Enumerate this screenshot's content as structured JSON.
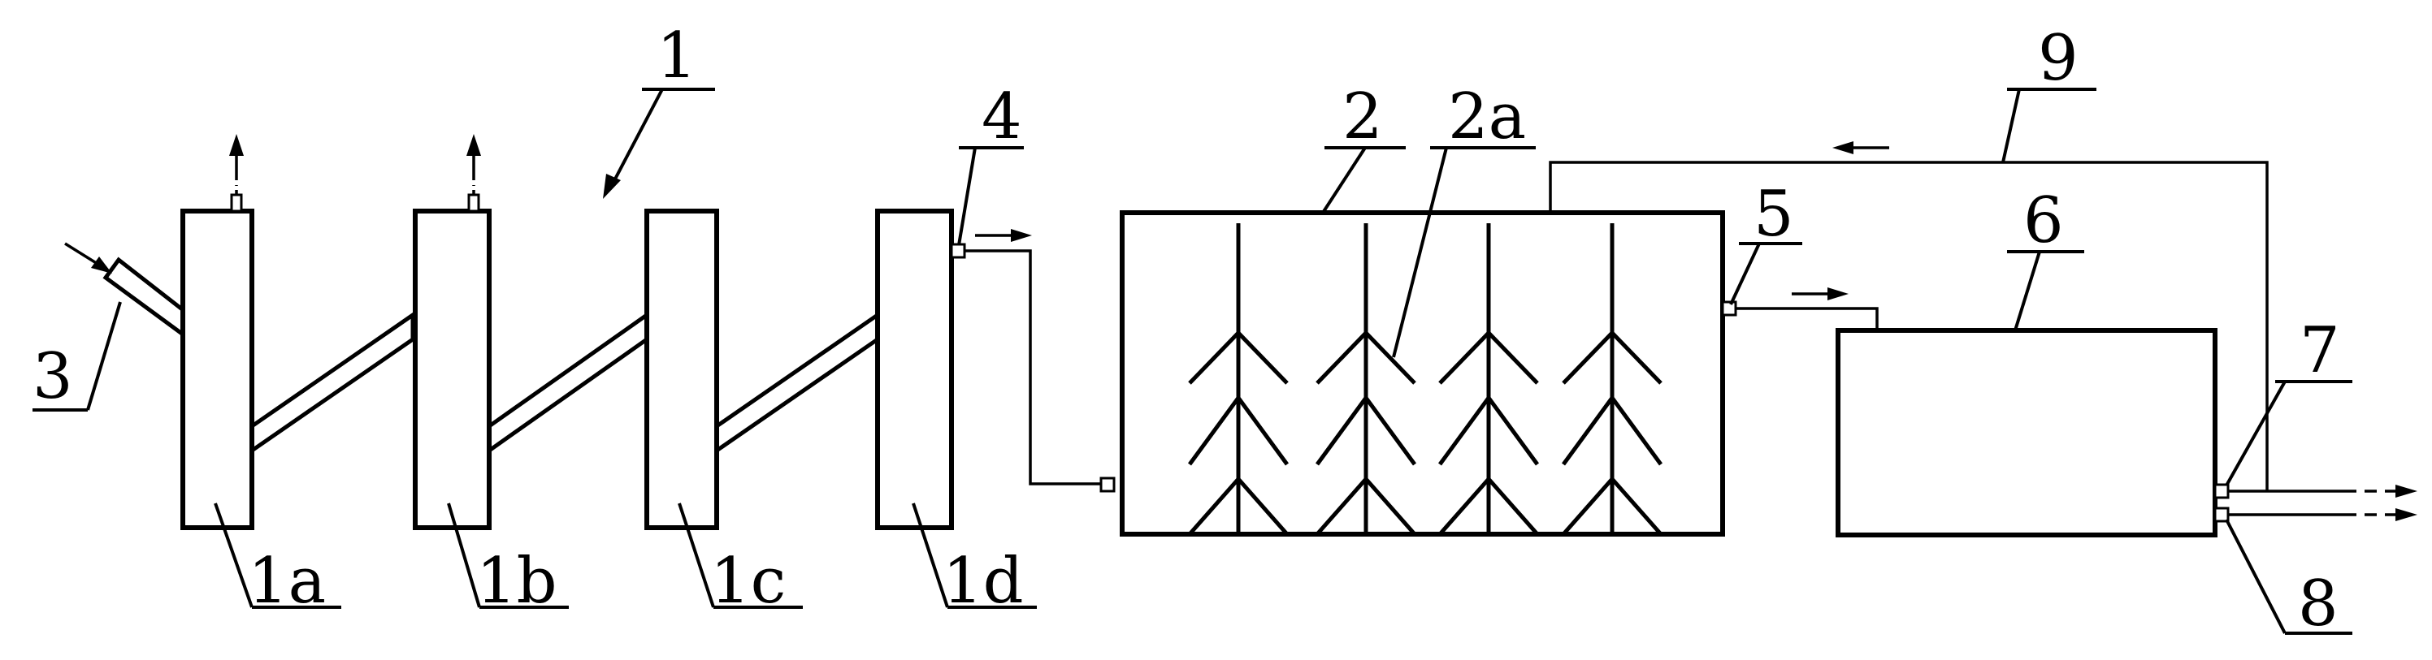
{
  "diagram": {
    "labels": {
      "system": "1",
      "tank_a": "1a",
      "tank_b": "1b",
      "tank_c": "1c",
      "tank_d": "1d",
      "basin": "2",
      "aerators": "2a",
      "inlet": "3",
      "outlet_d": "4",
      "outlet_basin": "5",
      "tank": "6",
      "outlet_upper": "7",
      "outlet_lower": "8",
      "return_line": "9"
    }
  }
}
